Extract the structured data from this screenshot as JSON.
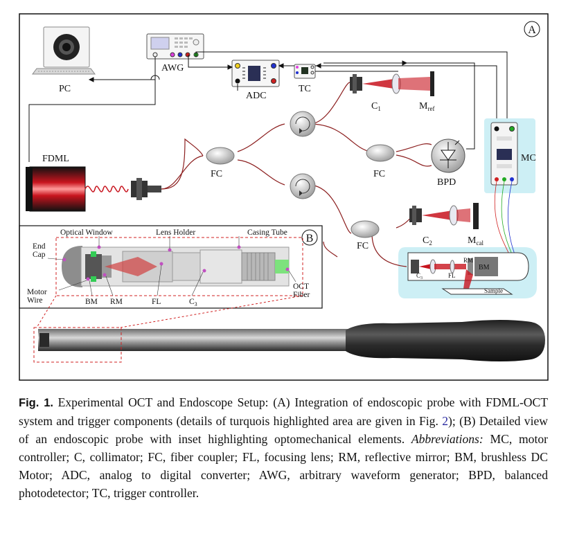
{
  "panel_a": {
    "marker": "A",
    "pc": "PC",
    "awg": "AWG",
    "adc": "ADC",
    "tc": "TC",
    "fdml": "FDML",
    "fc_left": "FC",
    "fc_mid": "FC",
    "fc_low": "FC",
    "c1": "C",
    "c1_sub": "1",
    "mref": "M",
    "mref_sub": "ref",
    "bpd": "BPD",
    "mc": "MC",
    "c2": "C",
    "c2_sub": "2",
    "mcal": "M",
    "mcal_sub": "cal",
    "inset_c3": "C",
    "inset_c3_sub": "3",
    "inset_fl": "FL",
    "inset_rm": "RM",
    "inset_bm": "BM",
    "inset_sample": "Sample"
  },
  "panel_b": {
    "marker": "B",
    "optical_window": "Optical Window",
    "lens_holder": "Lens Holder",
    "casing_tube": "Casing Tube",
    "end_cap_1": "End",
    "end_cap_2": "Cap",
    "motor_wire_1": "Motor",
    "motor_wire_2": "Wire",
    "bm": "BM",
    "rm": "RM",
    "fl": "FL",
    "c3": "C",
    "c3_sub": "3",
    "oct_fiber_1": "OCT",
    "oct_fiber_2": "Fiber"
  },
  "caption": {
    "label": "Fig. 1.",
    "text_1": " Experimental OCT and Endoscope Setup: (A) Integration of endoscopic probe with FDML-OCT system and trigger components (details of turquois highlighted area are given in Fig. ",
    "ref": "2",
    "text_2": "); (B) Detailed view of an endoscopic probe with inset highlighting optomechanical elements. ",
    "abbr_label": "Abbreviations:",
    "text_3": " MC, motor controller; C, collimator; FC, fiber coupler; FL, focusing lens; RM, reflective mirror; BM, brushless DC Motor; ADC, analog to digital converter; AWG, arbitrary waveform generator; BPD, balanced photodetector; TC, trigger controller."
  },
  "colors": {
    "beam_red": "#c8141e",
    "highlight_turquoise": "#cdeff5",
    "inset_border_red": "#d02020",
    "status_green": "#22aa22",
    "ref_link_blue": "#2a2aa0"
  }
}
